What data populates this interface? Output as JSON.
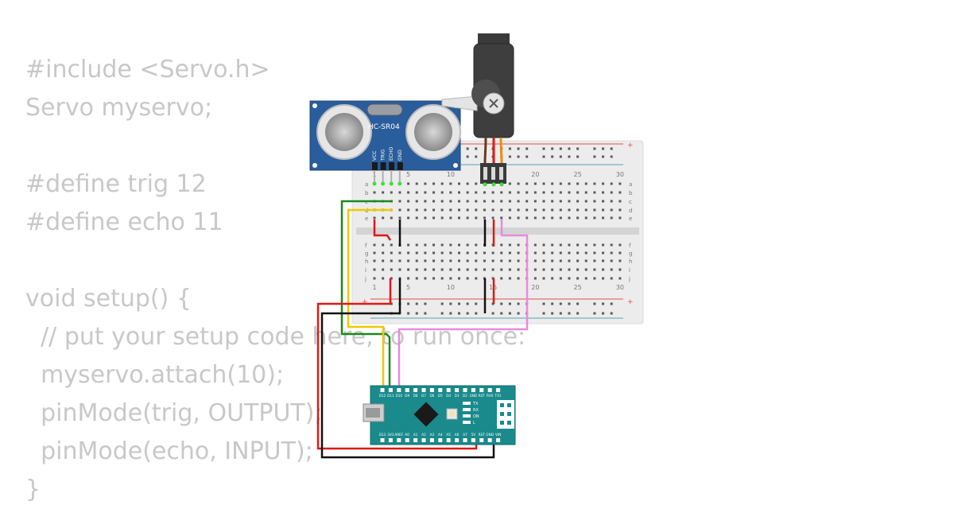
{
  "code_lines": [
    "#include <Servo.h>",
    "Servo myservo;",
    "",
    "#define trig 12",
    "#define echo 11",
    "",
    "void setup() {",
    "  // put your setup code here, to run once:",
    "  myservo.attach(10);",
    "  pinMode(trig, OUTPUT);",
    "  pinMode(echo, INPUT);",
    "}"
  ],
  "sensor": {
    "model": "HC-SR04",
    "pins": [
      "VCC",
      "TRIG",
      "ECHO",
      "GND"
    ]
  },
  "breadboard": {
    "row_letters_top": [
      "a",
      "b",
      "c",
      "d",
      "e"
    ],
    "row_letters_bottom": [
      "f",
      "g",
      "h",
      "i",
      "j"
    ],
    "column_numbers": [
      "1",
      "5",
      "10",
      "15",
      "20",
      "25",
      "30"
    ],
    "rail_plus": "+",
    "rail_minus": "-"
  },
  "arduino": {
    "top_pins": [
      "D12",
      "D11",
      "D10",
      "D9",
      "D8",
      "D7",
      "D6",
      "D5",
      "D4",
      "D3",
      "D2",
      "GND",
      "RST",
      "RX0",
      "TX1"
    ],
    "bottom_pins": [
      "D13",
      "3V3",
      "AREF",
      "A0",
      "A1",
      "A2",
      "A3",
      "A4",
      "A5",
      "A6",
      "A7",
      "5V",
      "RST",
      "GND",
      "VIN"
    ],
    "led_labels": [
      "TX",
      "RX",
      "ON",
      "L"
    ]
  },
  "colors": {
    "wire_red": "#e01818",
    "wire_black": "#111111",
    "wire_green": "#1a8a1a",
    "wire_yellow": "#f0c800",
    "wire_pink": "#e88ae0",
    "arduino_board": "#1a8a8c",
    "sensor_board": "#2a5d9c",
    "code_text": "#c8c8c8"
  }
}
